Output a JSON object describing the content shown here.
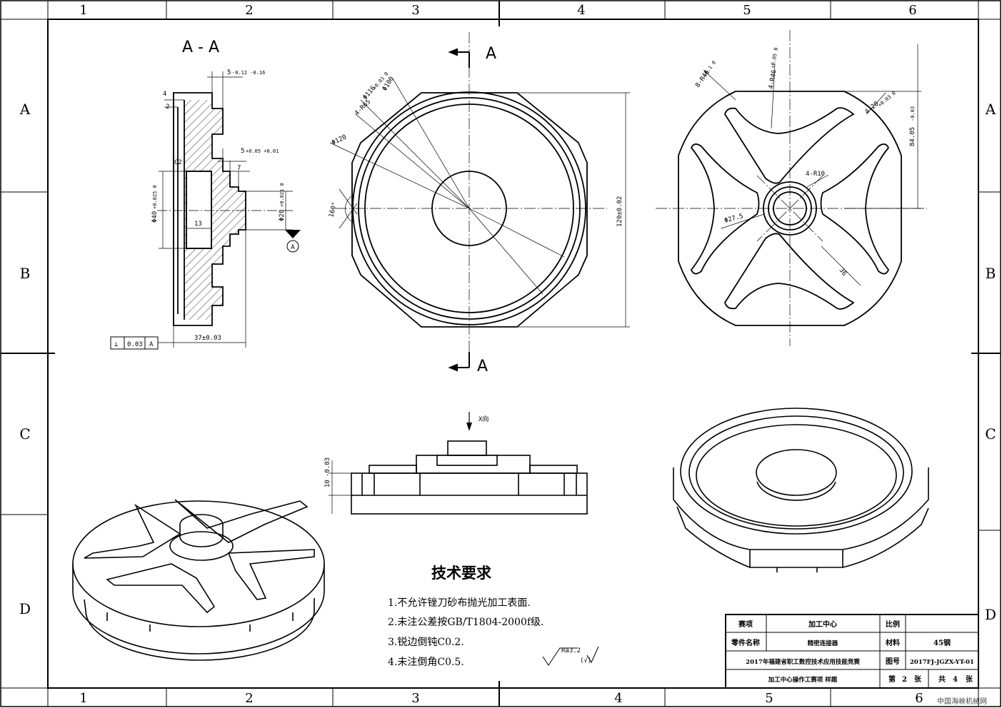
{
  "frame": {
    "zone_columns": [
      "1",
      "2",
      "3",
      "4",
      "5",
      "6"
    ],
    "zone_rows": [
      "A",
      "B",
      "C",
      "D"
    ]
  },
  "section_view": {
    "title": "A - A",
    "dims": {
      "d_5": "5",
      "d_5_tol": "-0.12 -0.16",
      "d_4": "4",
      "d_2": "2",
      "d_c2": "C2",
      "d_5b": "5",
      "d_5b_tol": "+0.05 +0.01",
      "d_7": "7",
      "d_40": "Φ40",
      "d_40_tol": "+0.025 0",
      "d_13": "13",
      "d_20": "Φ20",
      "d_20_tol": "+0.021 0",
      "d_37": "37±0.03",
      "perp_sym": "⊥",
      "perp_val": "0.03",
      "perp_ref": "A",
      "datum": "A"
    }
  },
  "front_view": {
    "cut_label_top": "A",
    "cut_label_bottom": "A",
    "dims": {
      "d_100": "Φ100",
      "d_116": "Φ116",
      "d_116_tol": "+0.03 0",
      "d_r65": "4-R65",
      "d_120": "Φ120",
      "d_angle": "160°",
      "d_height": "120±0.02"
    }
  },
  "back_view": {
    "dims": {
      "d_r45a": "8-R46",
      "d_r45a_tol": "+0.1 0",
      "d_r46": "4-R46",
      "d_r46_tol": "+0.05 0",
      "d_20": "4-20",
      "d_20_tol": "+0.03 0",
      "d_84": "84.05",
      "d_84_tol": "-0.03",
      "d_r10": "4-R10",
      "d_27": "Φ27.5",
      "d_36": "36"
    }
  },
  "side_view": {
    "arrow_label": "X向",
    "d_10": "10",
    "d_10_tol": "-0.03"
  },
  "notes": {
    "title": "技术要求",
    "items": [
      "1.不允许锉刀砂布抛光加工表面.",
      "2.未注公差按GB/T1804-2000f级.",
      "3.锐边倒钝C0.2.",
      "4.未注倒角C0.5."
    ],
    "roughness": "Ra3.2",
    "roughness_paren": "(√)"
  },
  "title_block": {
    "r1c1": "赛项",
    "r1c2": "加工中心",
    "r1c3": "比例",
    "r1c4": "",
    "r2c1": "零件名称",
    "r2c2": "精密连接器",
    "r2c3": "材料",
    "r2c4": "45钢",
    "r3c1": "2017年福建省职工数控技术应用技能竞赛",
    "r3c3": "图号",
    "r3c4": "2017FJ-JGZX-YT-01",
    "r4c1": "加工中心操作工赛项 样题",
    "r4c3a": "第",
    "r4c3b": "2",
    "r4c3c": "张",
    "r4c4a": "共",
    "r4c4b": "4",
    "r4c4c": "张"
  },
  "watermark": "中国海峡机械网"
}
